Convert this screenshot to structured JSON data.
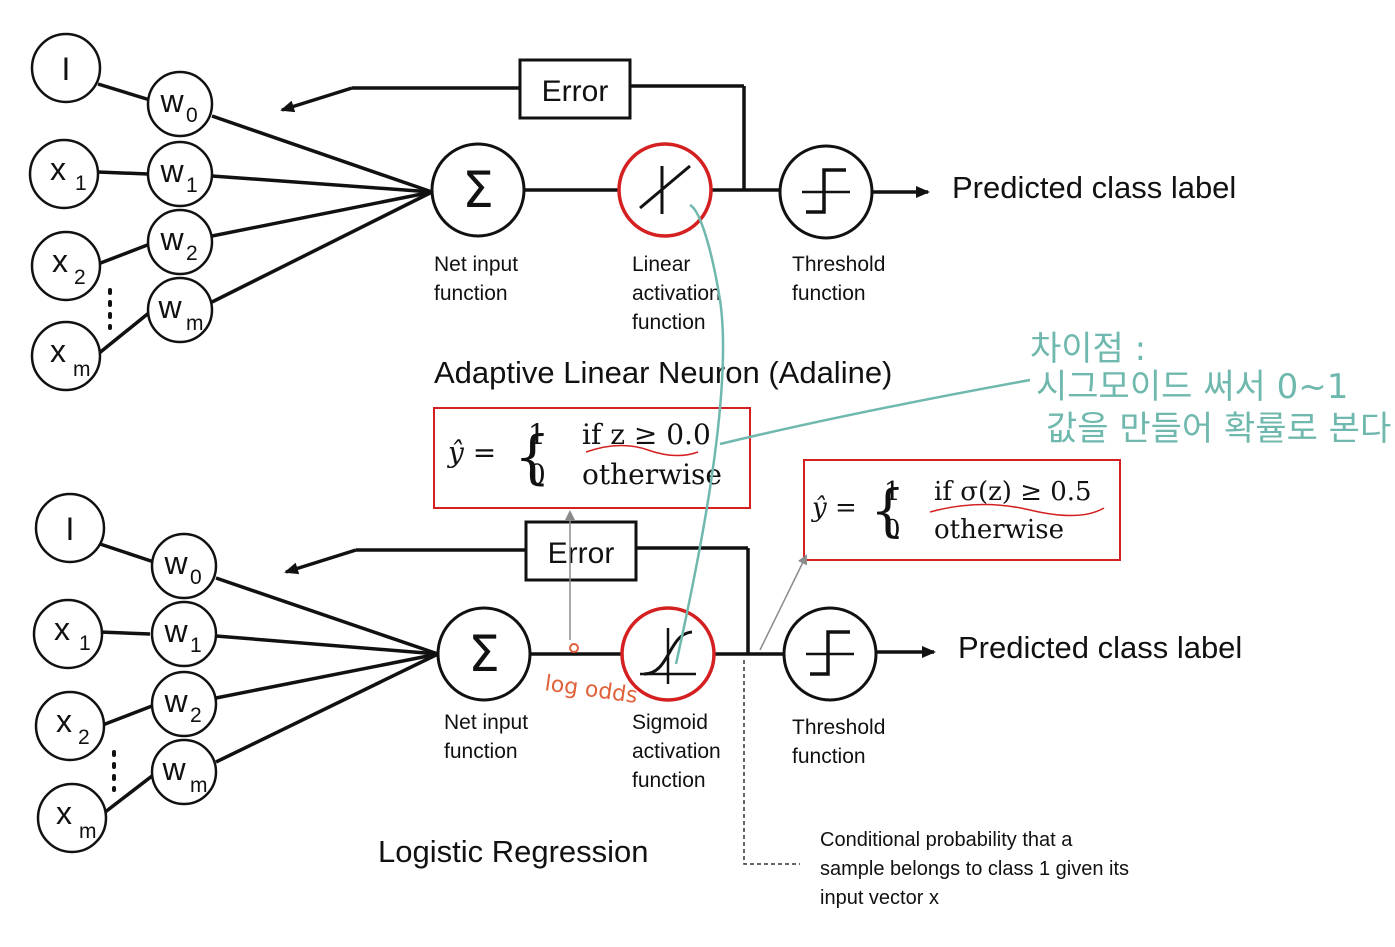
{
  "adaline": {
    "title": "Adaptive Linear Neuron (Adaline)",
    "inputs": {
      "bias": "I",
      "x1": "x",
      "x1_sub": "1",
      "x2": "x",
      "x2_sub": "2",
      "xm": "x",
      "xm_sub": "m"
    },
    "weights": {
      "w0": "w",
      "w0_sub": "0",
      "w1": "w",
      "w1_sub": "1",
      "w2": "w",
      "w2_sub": "2",
      "wm": "w",
      "wm_sub": "m"
    },
    "sum_symbol": "Σ",
    "error_label": "Error",
    "net_input_label": [
      "Net input",
      "function"
    ],
    "activation_label": [
      "Linear",
      "activation",
      "function"
    ],
    "threshold_label": [
      "Threshold",
      "function"
    ],
    "output_label": "Predicted class label",
    "formula": {
      "lhs": "ŷ =",
      "case1_value": "1",
      "case1_cond": "if z ≥ 0.0",
      "case2_value": "0",
      "case2_cond": "otherwise"
    }
  },
  "logistic": {
    "title": "Logistic Regression",
    "inputs": {
      "bias": "I",
      "x1": "x",
      "x1_sub": "1",
      "x2": "x",
      "x2_sub": "2",
      "xm": "x",
      "xm_sub": "m"
    },
    "weights": {
      "w0": "w",
      "w0_sub": "0",
      "w1": "w",
      "w1_sub": "1",
      "w2": "w",
      "w2_sub": "2",
      "wm": "w",
      "wm_sub": "m"
    },
    "sum_symbol": "Σ",
    "error_label": "Error",
    "net_input_label": [
      "Net input",
      "function"
    ],
    "activation_label": [
      "Sigmoid",
      "activation",
      "function"
    ],
    "threshold_label": [
      "Threshold",
      "function"
    ],
    "output_label": "Predicted class label",
    "formula": {
      "lhs": "ŷ =",
      "case1_value": "1",
      "case1_cond": "if σ(z) ≥ 0.5",
      "case2_value": "0",
      "case2_cond": "otherwise"
    },
    "probability_note": [
      "Conditional probability that a",
      "sample belongs to class 1 given its",
      "input vector x"
    ]
  },
  "annotations": {
    "korean_note": [
      "차이점 :",
      "시그모이드 써서 0~1",
      "값을 만들어 확률로 본다"
    ],
    "log_odds": "log odds"
  },
  "colors": {
    "line": "#111111",
    "highlight_red": "#d42020",
    "handwriting_teal": "#6fb8ad",
    "handwriting_red": "#e0623b",
    "pointer_gray": "#8a8a8a"
  }
}
